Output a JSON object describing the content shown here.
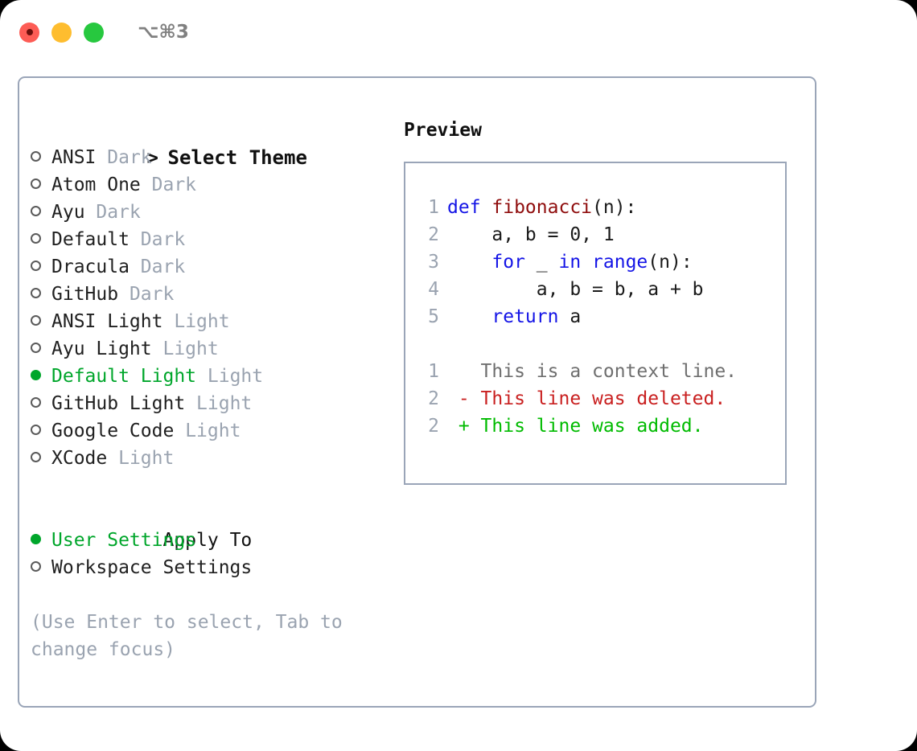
{
  "titlebar": {
    "shortcut": "⌥⌘3",
    "lights": [
      "close",
      "minimize",
      "zoom"
    ]
  },
  "theme_panel": {
    "header_prefix": ">",
    "header": "Select Theme",
    "items": [
      {
        "name": "ANSI",
        "category": "Dark",
        "selected": false
      },
      {
        "name": "Atom One",
        "category": "Dark",
        "selected": false
      },
      {
        "name": "Ayu",
        "category": "Dark",
        "selected": false
      },
      {
        "name": "Default",
        "category": "Dark",
        "selected": false
      },
      {
        "name": "Dracula",
        "category": "Dark",
        "selected": false
      },
      {
        "name": "GitHub",
        "category": "Dark",
        "selected": false
      },
      {
        "name": "ANSI Light",
        "category": "Light",
        "selected": false
      },
      {
        "name": "Ayu Light",
        "category": "Light",
        "selected": false
      },
      {
        "name": "Default Light",
        "category": "Light",
        "selected": true
      },
      {
        "name": "GitHub Light",
        "category": "Light",
        "selected": false
      },
      {
        "name": "Google Code",
        "category": "Light",
        "selected": false
      },
      {
        "name": "XCode",
        "category": "Light",
        "selected": false
      }
    ]
  },
  "apply_to": {
    "label": "Apply To",
    "options": [
      {
        "name": "User Settings",
        "selected": true
      },
      {
        "name": "Workspace Settings",
        "selected": false
      }
    ]
  },
  "hint": "(Use Enter to select, Tab to change focus)",
  "preview": {
    "title": "Preview",
    "code_lines": [
      {
        "no": "1",
        "tokens": [
          {
            "t": "def ",
            "c": "kw"
          },
          {
            "t": "fibonacci",
            "c": "fn"
          },
          {
            "t": "(n):",
            "c": "plain"
          }
        ]
      },
      {
        "no": "2",
        "tokens": [
          {
            "t": "    a, b = 0, 1",
            "c": "plain"
          }
        ]
      },
      {
        "no": "3",
        "tokens": [
          {
            "t": "    ",
            "c": "plain"
          },
          {
            "t": "for",
            "c": "kw"
          },
          {
            "t": " _ ",
            "c": "plain"
          },
          {
            "t": "in ",
            "c": "kw"
          },
          {
            "t": "range",
            "c": "kw"
          },
          {
            "t": "(n):",
            "c": "plain"
          }
        ]
      },
      {
        "no": "4",
        "tokens": [
          {
            "t": "        a, b = b, a + b",
            "c": "plain"
          }
        ]
      },
      {
        "no": "5",
        "tokens": [
          {
            "t": "    ",
            "c": "plain"
          },
          {
            "t": "return",
            "c": "kw"
          },
          {
            "t": " a",
            "c": "plain"
          }
        ]
      }
    ],
    "diff_lines": [
      {
        "no": "1",
        "tokens": [
          {
            "t": "   This is a context line.",
            "c": "ctx"
          }
        ]
      },
      {
        "no": "2",
        "tokens": [
          {
            "t": " - This line was deleted.",
            "c": "del"
          }
        ]
      },
      {
        "no": "2",
        "tokens": [
          {
            "t": " + This line was added.",
            "c": "add"
          }
        ]
      }
    ]
  },
  "colors": {
    "accent_green": "#00a62b",
    "border": "#9aa5b8",
    "muted": "#9aa3b0",
    "keyword": "#1414e6",
    "function": "#8f0d0d",
    "deleted": "#c92020",
    "added": "#00bb00",
    "light_red": "#fd5c55",
    "light_yellow": "#febd2f",
    "light_green": "#27c83f"
  }
}
